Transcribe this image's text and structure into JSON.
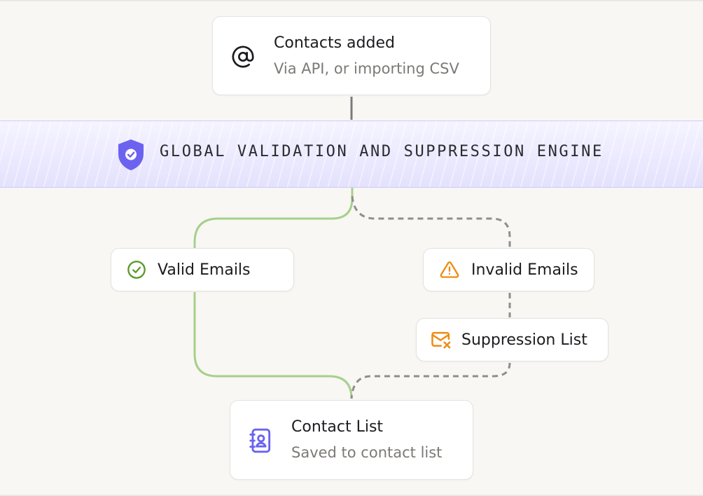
{
  "source": {
    "title": "Contacts added",
    "subtitle": "Via API, or importing CSV",
    "icon": "at-sign-icon"
  },
  "engine": {
    "label": "GLOBAL VALIDATION AND SUPPRESSION ENGINE",
    "icon": "shield-check-icon"
  },
  "branches": {
    "valid": {
      "label": "Valid Emails",
      "icon": "check-circle-icon"
    },
    "invalid": {
      "label": "Invalid Emails",
      "icon": "warning-triangle-icon"
    },
    "suppression": {
      "label": "Suppression List",
      "icon": "mail-x-icon"
    }
  },
  "destination": {
    "title": "Contact List",
    "subtitle": "Saved to contact list",
    "icon": "contact-book-icon"
  },
  "colors": {
    "valid_path": "#a6d08a",
    "invalid_path": "#8e8e8e",
    "accent_purple": "#6b63f0",
    "warning_orange": "#f08a10",
    "success_green": "#5a9a2a"
  }
}
